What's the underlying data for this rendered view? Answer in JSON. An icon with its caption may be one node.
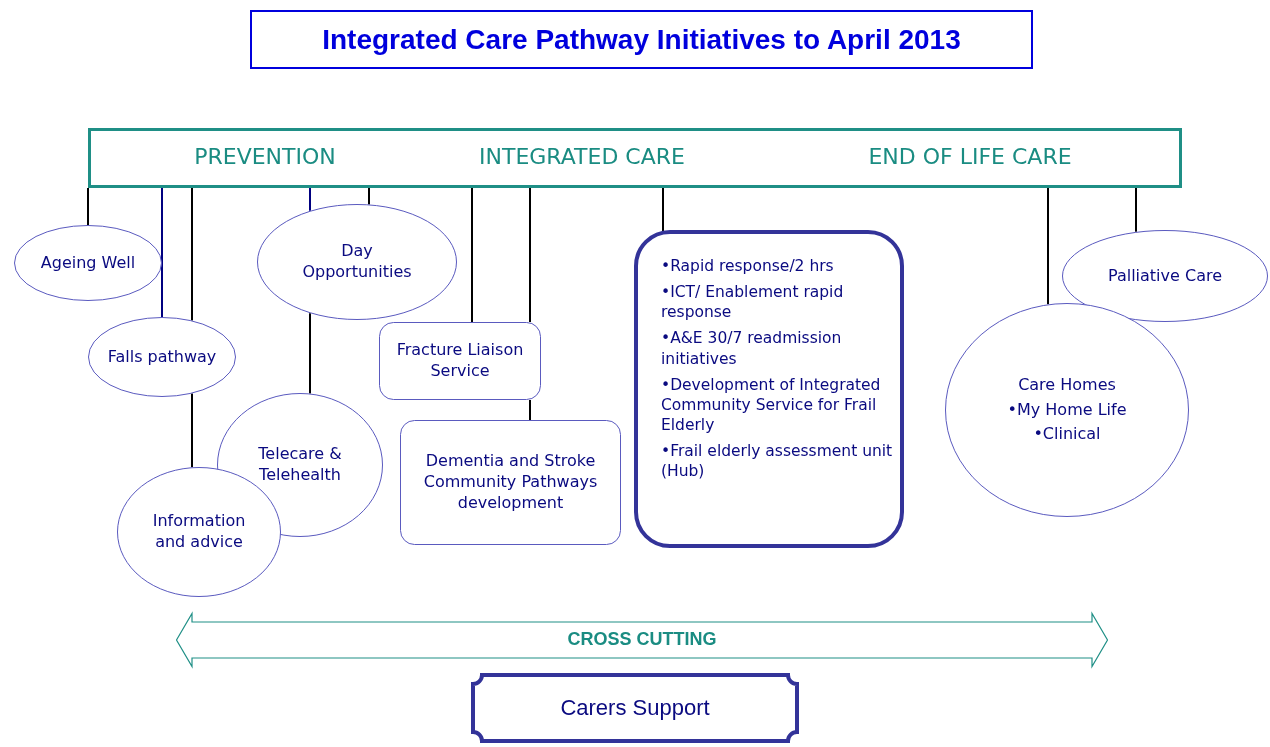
{
  "diagram": {
    "title": "Integrated Care Pathway Initiatives to April 2013",
    "nodes": [
      {
        "text": [
          "PREVENTION",
          "INTEGRATED CARE",
          "END OF LIFE CARE"
        ]
      },
      {
        "text": [
          "Ageing Well"
        ]
      },
      {
        "text": [
          "Day Opportunities"
        ]
      },
      {
        "text": [
          "Palliative Care"
        ]
      },
      {
        "text": [
          "Falls pathway"
        ]
      },
      {
        "text": [
          "Fracture Liaison Service"
        ]
      },
      {
        "text": [
          "•Rapid response/2 hrs",
          "•ICT/ Enablement rapid response",
          "•A&E 30/7 readmission initiatives",
          "•Development of Integrated Community Service for Frail Elderly",
          "•Frail elderly assessment unit (Hub)"
        ]
      },
      {
        "text": [
          "Care Homes",
          "•My Home Life",
          "•Clinical"
        ]
      },
      {
        "text": [
          "Telecare & Telehealth"
        ]
      },
      {
        "text": [
          "Dementia and Stroke Community Pathways development"
        ]
      },
      {
        "text": [
          "Information and advice"
        ]
      },
      {
        "text": [
          "CROSS CUTTING"
        ]
      },
      {
        "text": [
          "Carers Support"
        ]
      }
    ],
    "edges": [
      {
        "from": 0,
        "to": 1,
        "arrow": "none"
      },
      {
        "from": 0,
        "to": 4,
        "arrow": "none",
        "color": "#000080"
      },
      {
        "from": 0,
        "to": 4,
        "arrow": "none"
      },
      {
        "from": 4,
        "to": 10,
        "arrow": "none"
      },
      {
        "from": 0,
        "to": 2,
        "arrow": "none",
        "color": "#000080"
      },
      {
        "from": 0,
        "to": 2,
        "arrow": "none"
      },
      {
        "from": 2,
        "to": 8,
        "arrow": "none"
      },
      {
        "from": 0,
        "to": 5,
        "arrow": "none"
      },
      {
        "from": 0,
        "to": 5,
        "arrow": "none"
      },
      {
        "from": 5,
        "to": 9,
        "arrow": "none"
      },
      {
        "from": 0,
        "to": 6,
        "arrow": "none"
      },
      {
        "from": 0,
        "to": 7,
        "arrow": "none"
      },
      {
        "from": 0,
        "to": 3,
        "arrow": "none"
      }
    ]
  }
}
